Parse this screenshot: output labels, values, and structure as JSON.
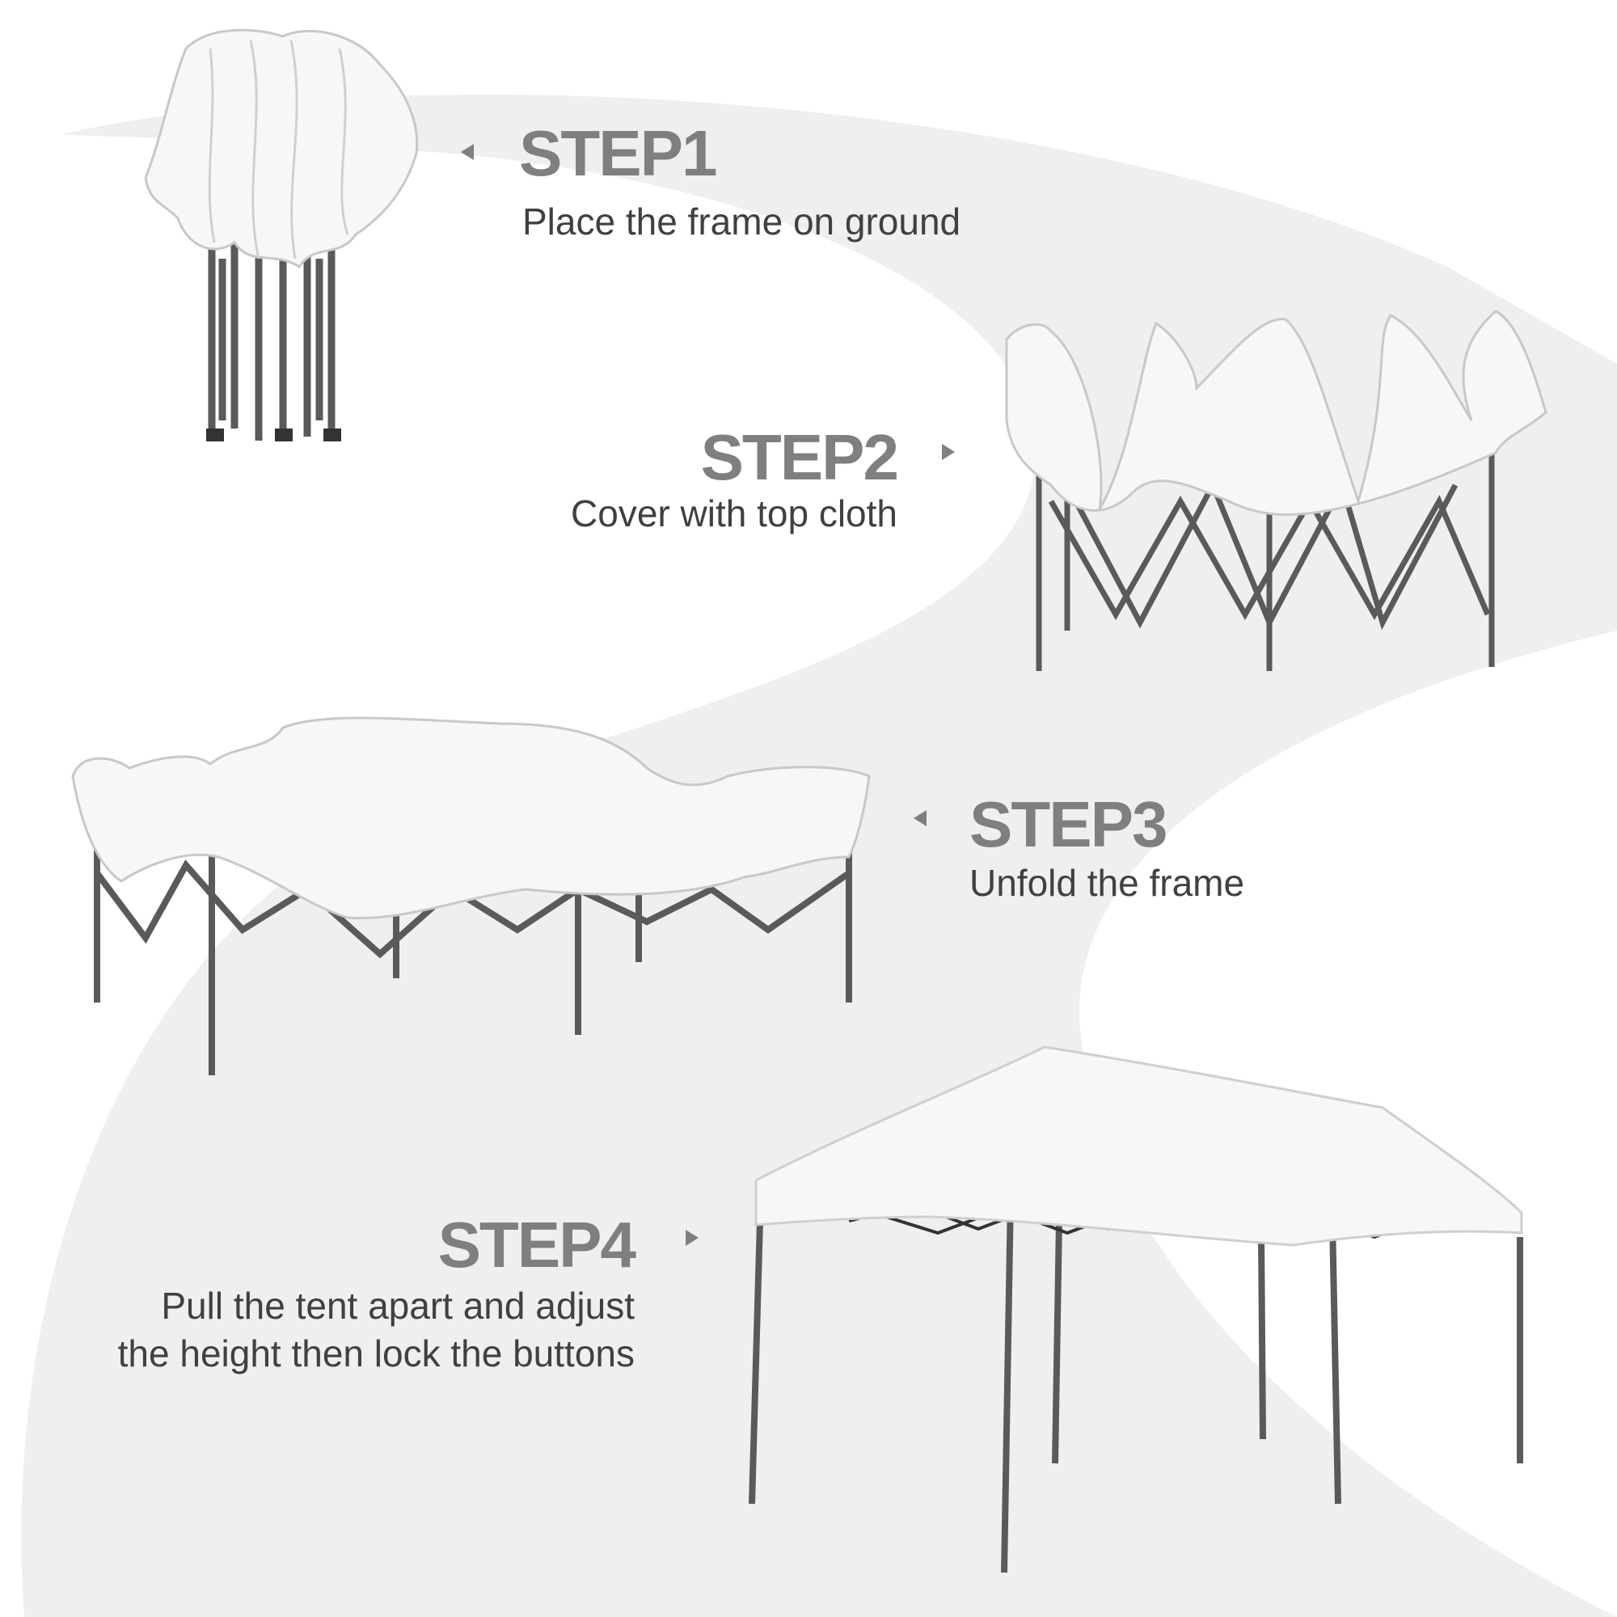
{
  "colors": {
    "band": "#efefef",
    "heading": "#7f7f7f",
    "body_text": "#404040",
    "frame": "#5a5a5a",
    "cloth": "#f7f7f7"
  },
  "steps": [
    {
      "title": "STEP1",
      "lines": [
        "Place the frame on ground"
      ],
      "arrow": "left-arrow"
    },
    {
      "title": "STEP2",
      "lines": [
        "Cover with top cloth"
      ],
      "arrow": "right-arrow"
    },
    {
      "title": "STEP3",
      "lines": [
        "Unfold the frame"
      ],
      "arrow": "left-arrow"
    },
    {
      "title": "STEP4",
      "lines": [
        "Pull the tent apart and adjust",
        "the height then lock the buttons"
      ],
      "arrow": "right-arrow"
    }
  ]
}
